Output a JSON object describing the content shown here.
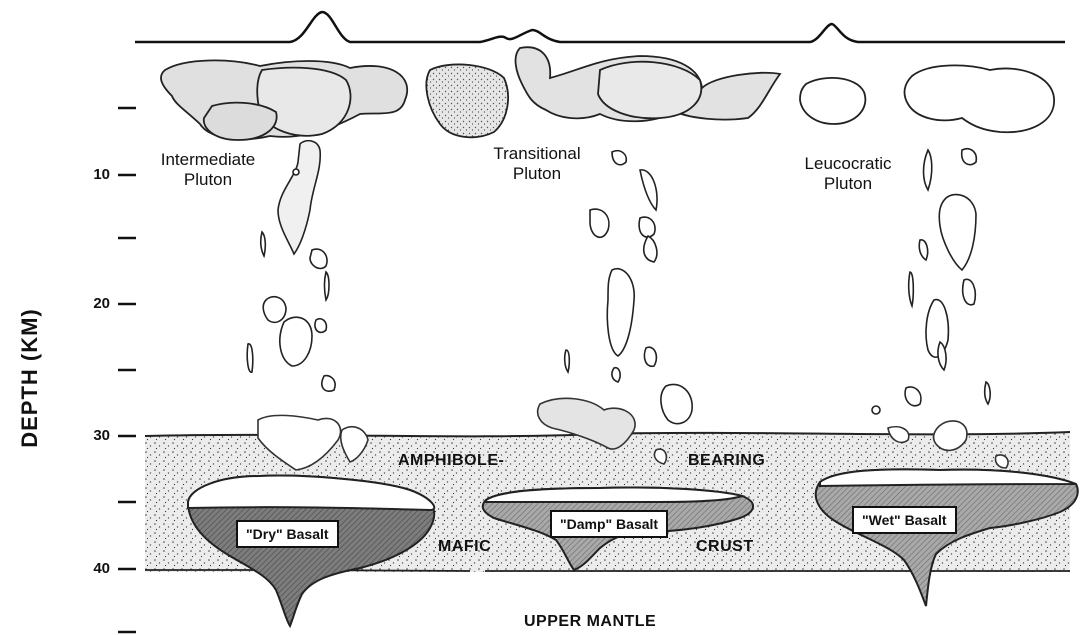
{
  "axis": {
    "title": "DEPTH (KM)",
    "ticks": [
      "10",
      "20",
      "30",
      "40"
    ]
  },
  "plutons": {
    "intermediate": "Intermediate\nPluton",
    "transitional": "Transitional\nPluton",
    "leucocratic": "Leucocratic\nPluton"
  },
  "crust": {
    "word1": "AMPHIBOLE-",
    "word2": "BEARING",
    "word3": "MAFIC",
    "word4": "CRUST"
  },
  "basalts": {
    "dry": "\"Dry\" Basalt",
    "damp": "\"Damp\" Basalt",
    "wet": "\"Wet\" Basalt"
  },
  "mantle": "UPPER MANTLE",
  "colors": {
    "ink": "#111111",
    "stipple_bg": "#ececec",
    "pluton_fill": "#e2e2e2",
    "basalt_fill": "#8a8a8a",
    "damp_fill": "#b5b5b5"
  }
}
